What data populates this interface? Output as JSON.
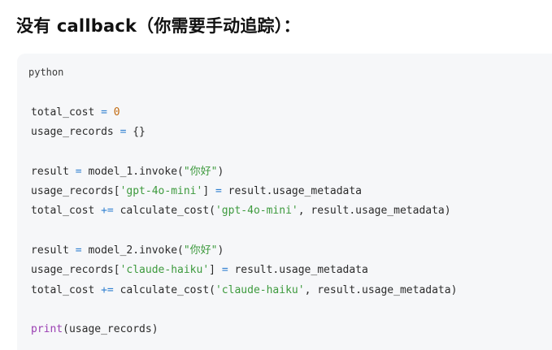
{
  "heading": "没有 callback（你需要手动追踪）：",
  "code": {
    "language": "python",
    "lines": [
      [
        [
          "total_cost",
          ""
        ],
        [
          " ",
          ""
        ],
        [
          "=",
          "op"
        ],
        [
          " ",
          ""
        ],
        [
          "0",
          "num"
        ]
      ],
      [
        [
          "usage_records",
          ""
        ],
        [
          " ",
          ""
        ],
        [
          "=",
          "op"
        ],
        [
          " ",
          ""
        ],
        [
          "{}",
          ""
        ]
      ],
      [],
      [
        [
          "result",
          ""
        ],
        [
          " ",
          ""
        ],
        [
          "=",
          "op"
        ],
        [
          " model_1.invoke(",
          ""
        ],
        [
          "\"你好\"",
          "str"
        ],
        [
          ")",
          ""
        ]
      ],
      [
        [
          "usage_records[",
          ""
        ],
        [
          "'gpt-4o-mini'",
          "str"
        ],
        [
          "] ",
          ""
        ],
        [
          "=",
          "op"
        ],
        [
          " result.usage_metadata",
          ""
        ]
      ],
      [
        [
          "total_cost ",
          ""
        ],
        [
          "+=",
          "op"
        ],
        [
          " calculate_cost(",
          ""
        ],
        [
          "'gpt-4o-mini'",
          "str"
        ],
        [
          ", result.usage_metadata)",
          ""
        ]
      ],
      [],
      [
        [
          "result",
          ""
        ],
        [
          " ",
          ""
        ],
        [
          "=",
          "op"
        ],
        [
          " model_2.invoke(",
          ""
        ],
        [
          "\"你好\"",
          "str"
        ],
        [
          ")",
          ""
        ]
      ],
      [
        [
          "usage_records[",
          ""
        ],
        [
          "'claude-haiku'",
          "str"
        ],
        [
          "] ",
          ""
        ],
        [
          "=",
          "op"
        ],
        [
          " result.usage_metadata",
          ""
        ]
      ],
      [
        [
          "total_cost ",
          ""
        ],
        [
          "+=",
          "op"
        ],
        [
          " calculate_cost(",
          ""
        ],
        [
          "'claude-haiku'",
          "str"
        ],
        [
          ", result.usage_metadata)",
          ""
        ]
      ],
      [],
      [
        [
          "print",
          "fn"
        ],
        [
          "(usage_records)",
          ""
        ]
      ]
    ]
  },
  "colors": {
    "operator": "#2f7fd0",
    "number": "#c26a10",
    "string": "#3d9a3d",
    "builtin": "#9a3fb2",
    "code_background": "#f6f7f9"
  }
}
